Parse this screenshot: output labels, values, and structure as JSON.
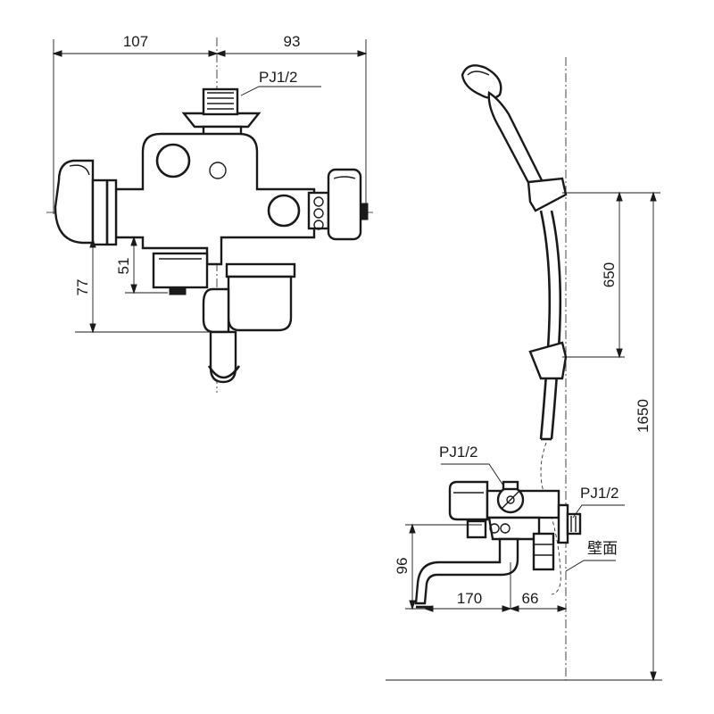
{
  "front_view": {
    "dims": {
      "left_width": "107",
      "right_width": "93",
      "height_outer": "77",
      "height_inner": "51"
    },
    "thread_label": "PJ1/2"
  },
  "side_view": {
    "dims": {
      "holder_span": "650",
      "holder_height": "1650",
      "spout_height": "96",
      "spout_reach": "170",
      "wall_offset": "66"
    },
    "thread_label_top": "PJ1/2",
    "thread_label_side": "PJ1/2",
    "wall_label": "壁面"
  }
}
